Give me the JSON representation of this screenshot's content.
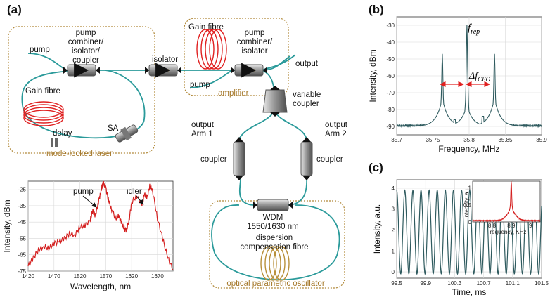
{
  "panels": {
    "a": "(a)",
    "b": "(b)",
    "c": "(c)"
  },
  "schematic": {
    "pump_left": "pump",
    "pump_combiner_left": [
      "pump",
      "combiner/",
      "isolator/",
      "coupler"
    ],
    "gain_fibre_left": "Gain fibre",
    "delay": "delay",
    "sa": "SA",
    "mode_locked_laser": "mode-locked laser",
    "isolator": "isolator",
    "gain_fibre_amp": "Gain fibre",
    "pump_combiner_amp": [
      "pump",
      "combiner/",
      "isolator"
    ],
    "pump_amp": "pump",
    "amplifier": "amplifier",
    "output": "output",
    "variable_coupler": [
      "variable",
      "coupler"
    ],
    "arm1": [
      "output",
      "Arm 1"
    ],
    "arm2": [
      "output",
      "Arm 2"
    ],
    "coupler_left": "coupler",
    "coupler_right": "coupler",
    "wdm": [
      "WDM",
      "1550/1630 nm"
    ],
    "dispersion": [
      "dispersion",
      "compensation fibre"
    ],
    "opo": "optical parametric oscillator"
  },
  "colors": {
    "fibre": "#2a9a9a",
    "gain": "#e02020",
    "accent": "#a5782a",
    "trace_red": "#d42020",
    "trace_teal": "#2e5a5e"
  },
  "chart_data": [
    {
      "id": "spectrum",
      "type": "line",
      "xlabel": "Wavelength, nm",
      "ylabel": "Intensity, dBm",
      "xlim": [
        1420,
        1700
      ],
      "ylim": [
        -75,
        -20
      ],
      "xticks": [
        1420,
        1470,
        1520,
        1570,
        1620,
        1670
      ],
      "yticks": [
        -25,
        -35,
        -45,
        -55,
        -65,
        -75
      ],
      "annotations": [
        "pump",
        "idler"
      ],
      "series": [
        {
          "x": [
            1420,
            1430,
            1440,
            1450,
            1460,
            1470,
            1480,
            1490,
            1500,
            1510,
            1520,
            1530,
            1540,
            1545,
            1550,
            1555,
            1560,
            1563,
            1565,
            1570,
            1575,
            1580,
            1590,
            1595,
            1600,
            1605,
            1610,
            1615,
            1620,
            1630,
            1640,
            1645,
            1650,
            1655,
            1660,
            1670,
            1680,
            1690,
            1700
          ],
          "y": [
            -72,
            -67,
            -62,
            -60,
            -61,
            -58,
            -57,
            -55,
            -52,
            -53,
            -48,
            -47,
            -44,
            -38,
            -41,
            -34,
            -27,
            -23,
            -21,
            -24,
            -31,
            -36,
            -43,
            -41,
            -45,
            -49,
            -50,
            -44,
            -33,
            -29,
            -34,
            -28,
            -30,
            -23,
            -25,
            -43,
            -55,
            -67,
            -74
          ]
        }
      ]
    },
    {
      "id": "rf",
      "type": "line",
      "xlabel": "Frequency, MHz",
      "ylabel": "Intensity, dBm",
      "xlim": [
        35.7,
        35.9
      ],
      "ylim": [
        -95,
        -25
      ],
      "xticks": [
        35.7,
        35.75,
        35.8,
        35.85,
        35.9
      ],
      "yticks": [
        -30,
        -40,
        -50,
        -60,
        -70,
        -80,
        -90
      ],
      "annotations": [
        "f",
        "rep",
        "Δf",
        "CEO"
      ],
      "peaks": [
        {
          "x": 35.763,
          "y": -47
        },
        {
          "x": 35.797,
          "y": -30
        },
        {
          "x": 35.835,
          "y": -47
        }
      ]
    },
    {
      "id": "time",
      "type": "line",
      "xlabel": "Time, ms",
      "ylabel": "Intensity, a.u.",
      "xlim": [
        99.5,
        101.5
      ],
      "ylim": [
        -0.3,
        4.4
      ],
      "xticks": [
        99.5,
        99.9,
        100.3,
        100.7,
        101.1,
        101.5
      ],
      "yticks": [
        0,
        1,
        2,
        3,
        4
      ],
      "period_ms": 0.112,
      "amplitude": [
        -0.1,
        3.9
      ],
      "inset": {
        "xlabel": "Frequency, KHz",
        "ylabel": "Intensity, a.u.",
        "xlim": [
          8.7,
          9.05
        ],
        "ylim": [
          0,
          1.2
        ],
        "xticks": [
          8.8,
          8.9,
          9
        ],
        "yticks": [
          0,
          0.5,
          1
        ],
        "peak": {
          "x": 8.9,
          "y": 1.12
        }
      }
    }
  ]
}
